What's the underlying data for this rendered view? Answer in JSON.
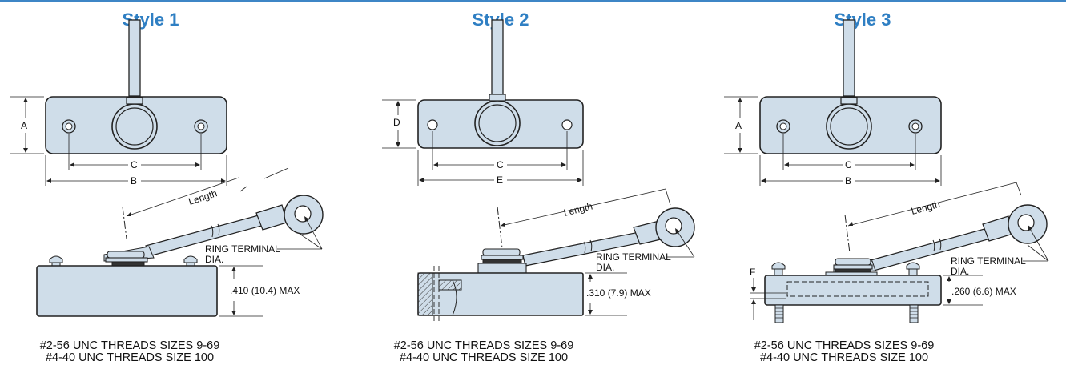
{
  "styles": [
    {
      "title": "Style 1",
      "top_dims": [
        "A",
        "C",
        "B"
      ],
      "length_label": "Length",
      "ring_label_1": "RING TERMINAL",
      "ring_label_2": "DIA.",
      "height_label": ".410 (10.4) MAX",
      "thread_line_1": "#2-56 UNC THREADS SIZES 9-69",
      "thread_line_2": "#4-40 UNC THREADS SIZE 100"
    },
    {
      "title": "Style 2",
      "top_dims": [
        "D",
        "C",
        "E"
      ],
      "length_label": "Length",
      "ring_label_1": "RING TERMINAL",
      "ring_label_2": "DIA.",
      "height_label": ".310 (7.9) MAX",
      "thread_line_1": "#2-56 UNC THREADS SIZES 9-69",
      "thread_line_2": "#4-40 UNC THREADS SIZE 100"
    },
    {
      "title": "Style 3",
      "top_dims": [
        "A",
        "C",
        "B"
      ],
      "length_label": "Length",
      "ring_label_1": "RING TERMINAL",
      "ring_label_2": "DIA.",
      "height_label": ".260 (6.6) MAX",
      "side_dim": "F",
      "thread_line_1": "#2-56 UNC THREADS SIZES 9-69",
      "thread_line_2": "#4-40 UNC THREADS SIZE 100"
    }
  ],
  "colors": {
    "title_blue": "#2f7fc3",
    "part_fill": "#cfdde9",
    "line": "#222222",
    "top_rule": "#3e86c6"
  }
}
